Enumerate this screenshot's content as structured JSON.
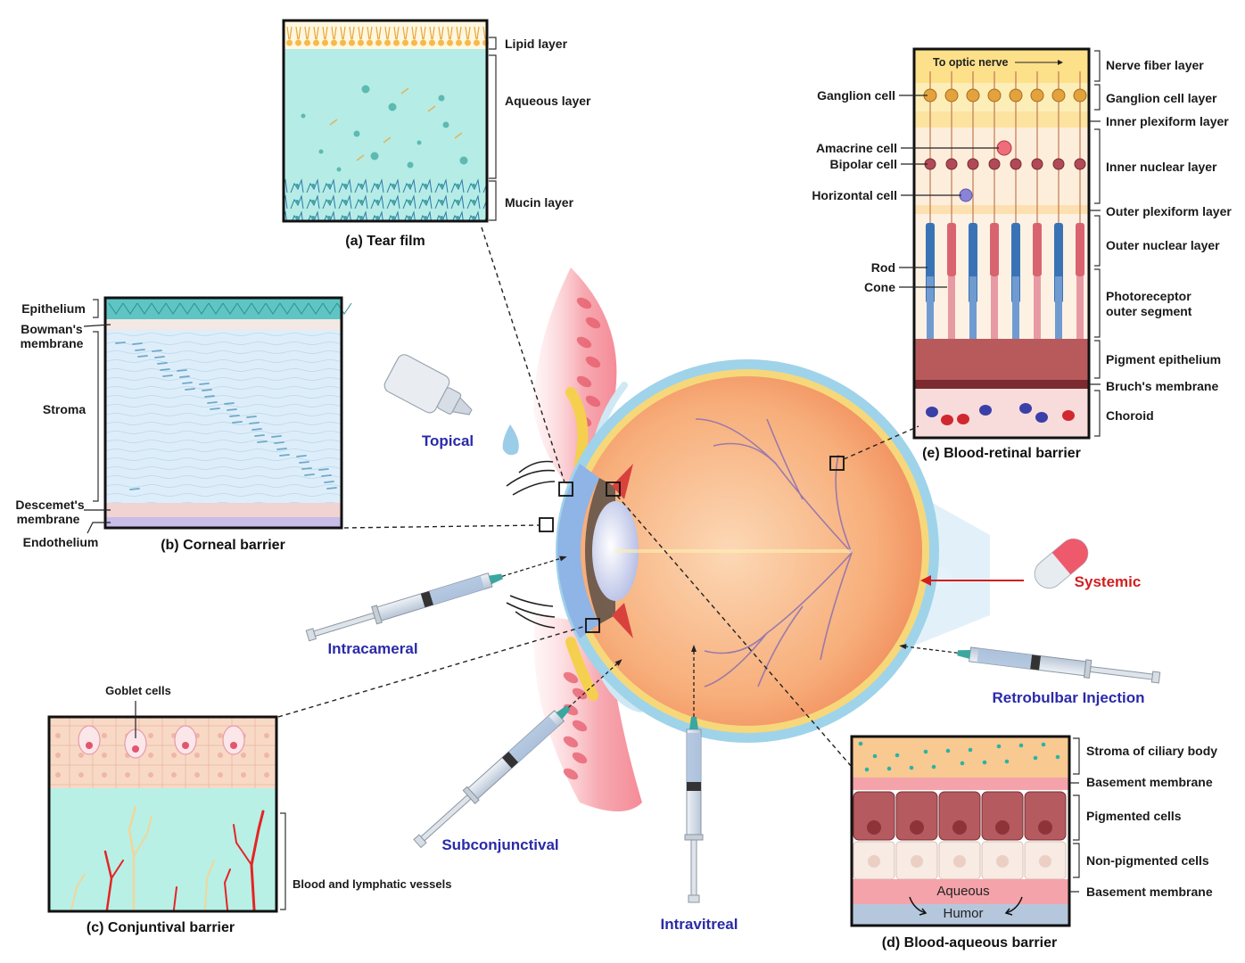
{
  "panels": {
    "tear_film": {
      "caption": "(a) Tear film",
      "layers": [
        "Lipid layer",
        "Aqueous layer",
        "Mucin layer"
      ]
    },
    "cornea": {
      "caption": "(b) Corneal barrier",
      "layers": [
        "Epithelium",
        "Bowman's",
        "membrane",
        "Stroma",
        "Descemet's",
        "membrane",
        "Endothelium"
      ]
    },
    "conjunctiva": {
      "caption": "(c) Conjuntival barrier",
      "goblet": "Goblet cells",
      "vessels": "Blood and lymphatic vessels"
    },
    "blood_aqueous": {
      "caption": "(d) Blood-aqueous barrier",
      "layers": [
        "Stroma of ciliary body",
        "Basement membrane",
        "Pigmented cells",
        "Non-pigmented cells",
        "Basement membrane"
      ],
      "inner1": "Aqueous",
      "inner2": "Humor"
    },
    "retina": {
      "caption": "(e) Blood-retinal barrier",
      "optic": "To optic nerve",
      "layers": [
        "Nerve fiber layer",
        "Ganglion cell layer",
        "Inner plexiform layer",
        "Inner nuclear layer",
        "Outer plexiform layer",
        "Outer nuclear layer",
        "Photoreceptor",
        "outer segment",
        "Pigment epithelium",
        "Bruch's membrane",
        "Choroid"
      ],
      "cells": [
        "Ganglion cell",
        "Amacrine cell",
        "Bipolar cell",
        "Horizontal cell",
        "Rod",
        "Cone"
      ]
    }
  },
  "routes": {
    "topical": "Topical",
    "intracameral": "Intracameral",
    "subconjunctival": "Subconjunctival",
    "intravitreal": "Intravitreal",
    "systemic": "Systemic",
    "retrobulbar": "Retrobulbar Injection"
  },
  "colors": {
    "route_blue": "#2a2aa8",
    "route_red": "#d11f1f",
    "lipid": "#f6b94a",
    "aqueous": "#b6ece6",
    "corneal_stroma": "#ddeefa",
    "retina_orange": "#f4a46e",
    "pigment": "#a8484e"
  }
}
